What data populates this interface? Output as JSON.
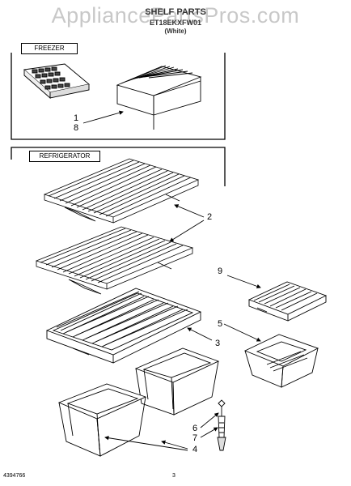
{
  "header": {
    "watermark": "AppliancePartsPros.com",
    "title": "SHELF PARTS",
    "model": "ET18EKXFW01",
    "color": "(White)"
  },
  "sections": {
    "freezer": "FREEZER",
    "refrigerator": "REFRIGERATOR"
  },
  "callouts": {
    "c1": "1",
    "c8": "8",
    "c2": "2",
    "c9": "9",
    "c5": "5",
    "c3": "3",
    "c6": "6",
    "c7": "7",
    "c4": "4"
  },
  "footer": {
    "doc_number": "4394766",
    "page": "3"
  }
}
